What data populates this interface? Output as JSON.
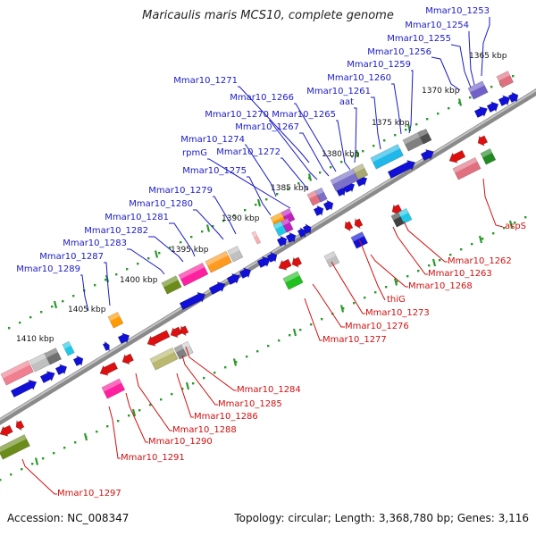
{
  "title": "Maricaulis maris MCS10, complete genome",
  "footer": {
    "accession": "Accession: NC_008347",
    "summary": "Topology: circular; Length: 3,368,780 bp; Genes: 3,116"
  },
  "colors": {
    "forward_label": "#1a1ac8",
    "reverse_label": "#d01010",
    "forward_cds": "#1010d8",
    "reverse_cds": "#dd1010",
    "backbone": "#8a8a8a",
    "dots": "#2a9a2a",
    "ticks": "#2a9a2a"
  },
  "scale_labels": [
    "1365 kbp",
    "1370 kbp",
    "1375 kbp",
    "1380 kbp",
    "1385 kbp",
    "1390 kbp",
    "1395 kbp",
    "1400 kbp",
    "1405 kbp",
    "1410 kbp"
  ],
  "forward_genes": [
    "Mmar10_1253",
    "Mmar10_1254",
    "Mmar10_1255",
    "Mmar10_1256",
    "Mmar10_1259",
    "Mmar10_1260",
    "Mmar10_1261",
    "aat",
    "Mmar10_1271",
    "Mmar10_1266",
    "Mmar10_1270",
    "Mmar10_1265",
    "Mmar10_1267",
    "Mmar10_1274",
    "rpmG",
    "Mmar10_1272",
    "Mmar10_1275",
    "Mmar10_1279",
    "Mmar10_1280",
    "Mmar10_1281",
    "Mmar10_1282",
    "Mmar10_1283",
    "Mmar10_1287",
    "Mmar10_1289"
  ],
  "reverse_genes": [
    "aspS",
    "Mmar10_1262",
    "Mmar10_1263",
    "Mmar10_1268",
    "thiG",
    "Mmar10_1273",
    "Mmar10_1276",
    "Mmar10_1277",
    "Mmar10_1284",
    "Mmar10_1285",
    "Mmar10_1286",
    "Mmar10_1288",
    "Mmar10_1290",
    "Mmar10_1291",
    "Mmar10_1297"
  ]
}
